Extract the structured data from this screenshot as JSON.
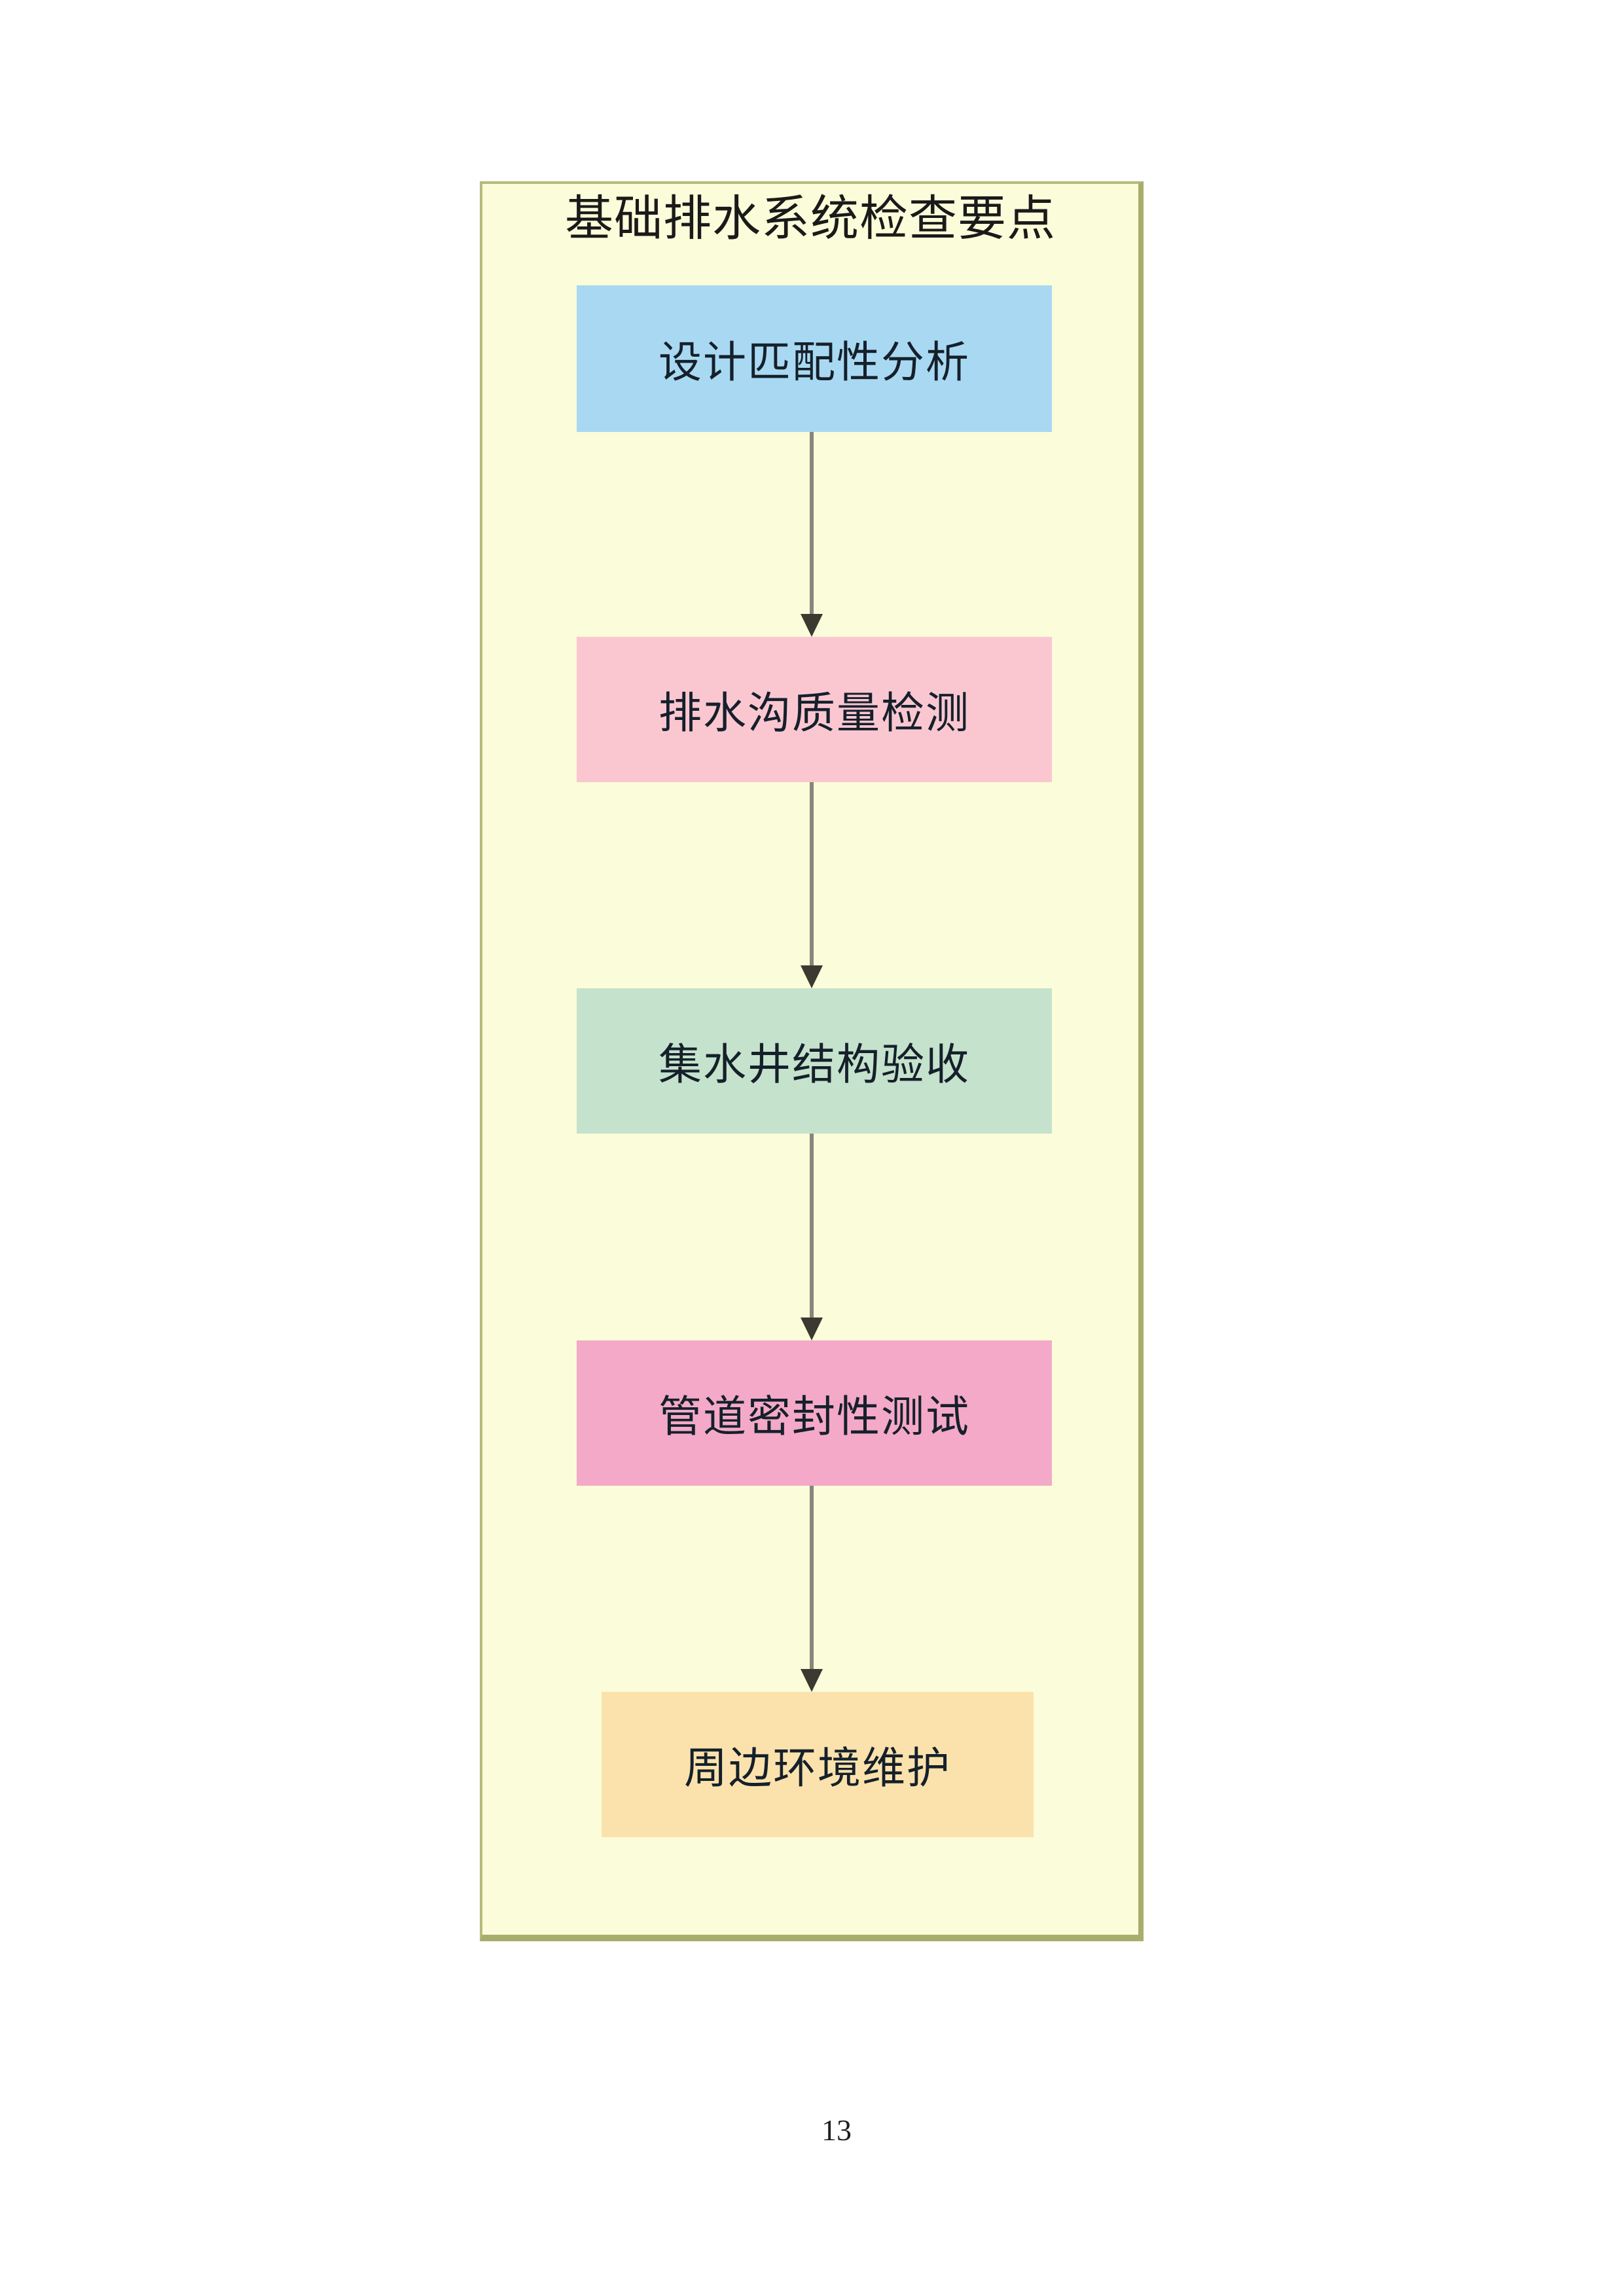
{
  "page": {
    "number": "13"
  },
  "flowchart": {
    "title": "基础排水系统检查要点",
    "nodes": [
      {
        "label": "设计匹配性分析",
        "color": "#a9d9f2"
      },
      {
        "label": "排水沟质量检测",
        "color": "#fac7d1"
      },
      {
        "label": "集水井结构验收",
        "color": "#c5e2cc"
      },
      {
        "label": "管道密封性测试",
        "color": "#f3a9c7"
      },
      {
        "label": "周边环境维护",
        "color": "#fbe2ac"
      }
    ],
    "colors": {
      "panel_bg": "#fbfcd9",
      "panel_border": "#b6ba7c",
      "panel_border_dark": "#a8ad6c",
      "title_text": "#1a1a1a",
      "node_text": "#15202b",
      "arrow_line": "#85867c",
      "arrow_head": "#3a3a30"
    }
  }
}
